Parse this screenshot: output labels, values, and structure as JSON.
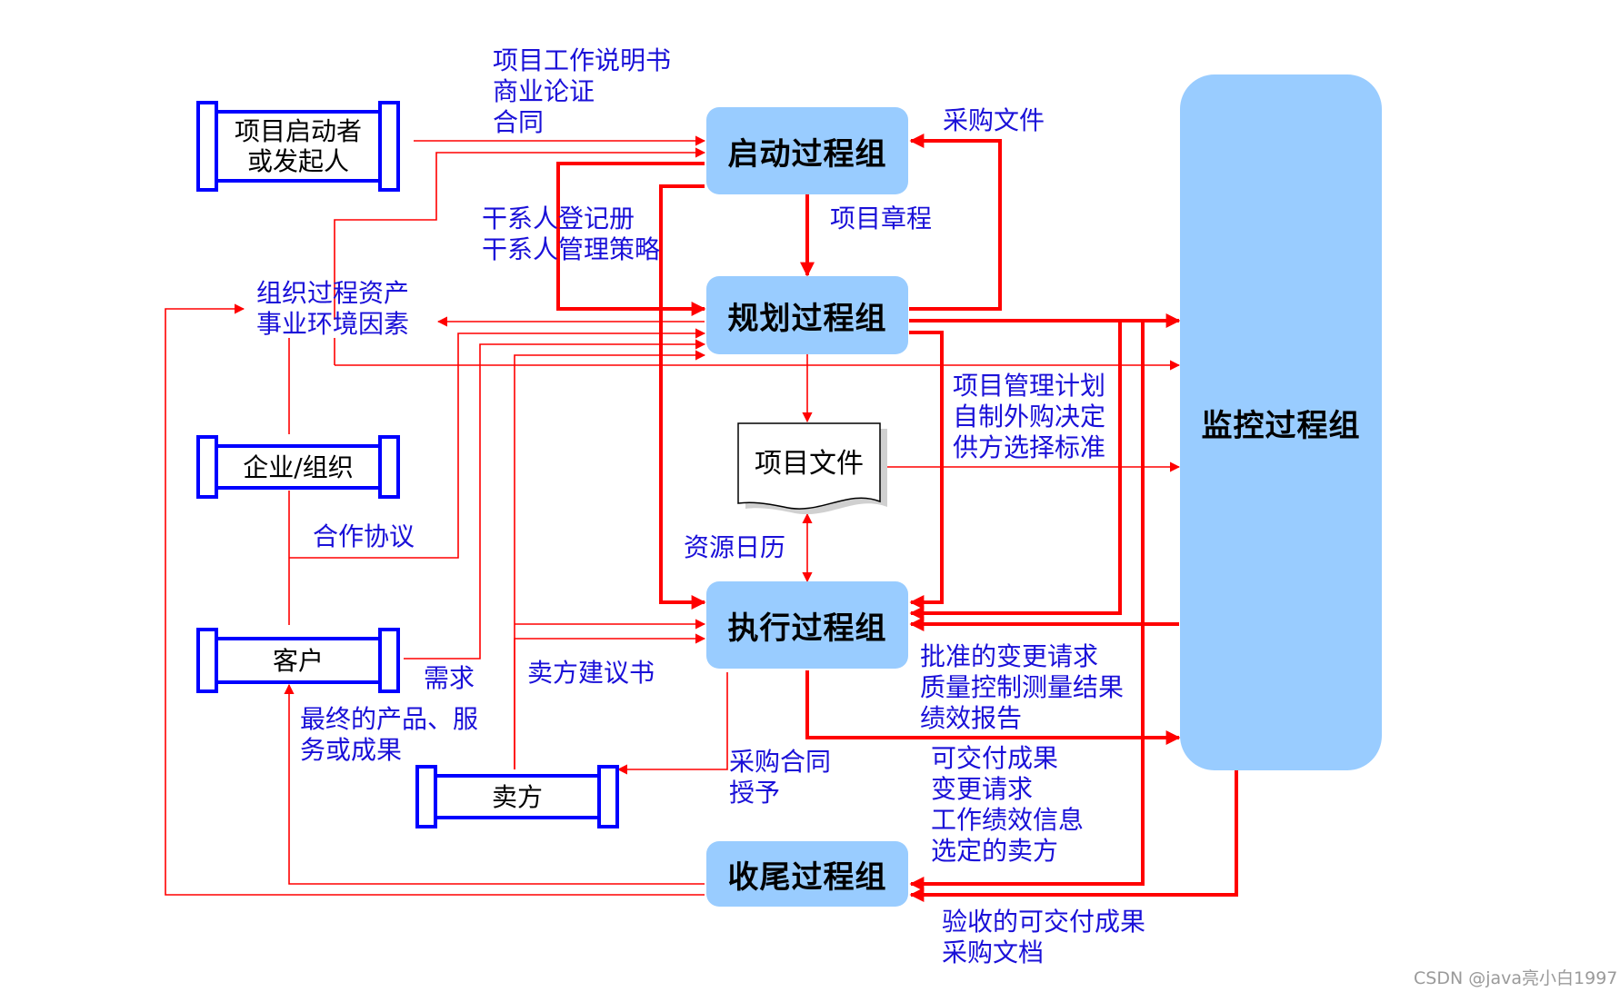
{
  "process_groups": {
    "initiating": "启动过程组",
    "planning": "规划过程组",
    "executing": "执行过程组",
    "closing": "收尾过程组",
    "monitoring": "监控过程组"
  },
  "entities": {
    "sponsor": "项目启动者\n或发起人",
    "enterprise": "企业/组织",
    "customer": "客户",
    "seller": "卖方"
  },
  "document": "项目文件",
  "labels": {
    "sow": "项目工作说明书\n商业论证\n合同",
    "procurement_docs": "采购文件",
    "charter": "项目章程",
    "stakeholder": "干系人登记册\n干系人管理策略",
    "opa": "组织过程资产\n事业环境因素",
    "pm_plan": "项目管理计划\n自制外购决定\n供方选择标准",
    "resource_calendar": "资源日历",
    "cooperation": "合作协议",
    "requirements": "需求",
    "seller_proposal": "卖方建议书",
    "final_product": "最终的产品、服\n务或成果",
    "approved_changes": "批准的变更请求\n质量控制测量结果\n绩效报告",
    "contract_award": "采购合同\n授予",
    "deliverables": "可交付成果\n变更请求\n工作绩效信息\n选定的卖方",
    "accepted": "验收的可交付成果\n采购文档"
  },
  "watermark": "CSDN @java亮小白1997",
  "colors": {
    "process_fill": "#99ccff",
    "entity_border": "#0000ff",
    "label_text": "#1a10d8",
    "arrow": "#ff0000"
  }
}
